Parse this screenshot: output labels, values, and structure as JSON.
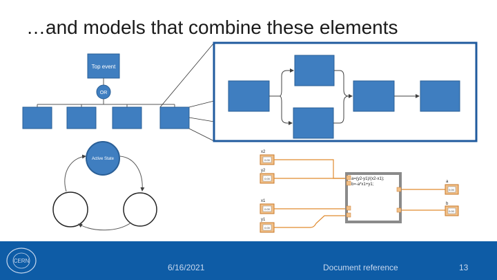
{
  "slide": {
    "title": "…and models that combine these elements"
  },
  "fault_tree": {
    "top_event_label": "Top event",
    "gate_label": "OR"
  },
  "state_diagram": {
    "active_state_label": "Active State"
  },
  "labview": {
    "input_labels": [
      "x2",
      "y2",
      "x1",
      "y1"
    ],
    "control_values": [
      "0.00",
      "0.00",
      "0.00",
      "0.00"
    ],
    "formula_lines": [
      "a=(y2-y1)/(x2-x1);",
      "b=-a*x1+y1;"
    ],
    "output_labels": [
      "a",
      "b"
    ],
    "indicator_values": [
      "0.00",
      "0.00"
    ]
  },
  "footer": {
    "logo_text": "CERN",
    "date": "6/16/2021",
    "document_reference": "Document reference",
    "page_number": "13"
  },
  "colors": {
    "block_fill": "#3f7ec0",
    "block_stroke": "#2a5f96",
    "frame_stroke": "#1f5a9e",
    "footer_bg": "#0e5ca6",
    "wire_orange": "#e08a2e"
  }
}
